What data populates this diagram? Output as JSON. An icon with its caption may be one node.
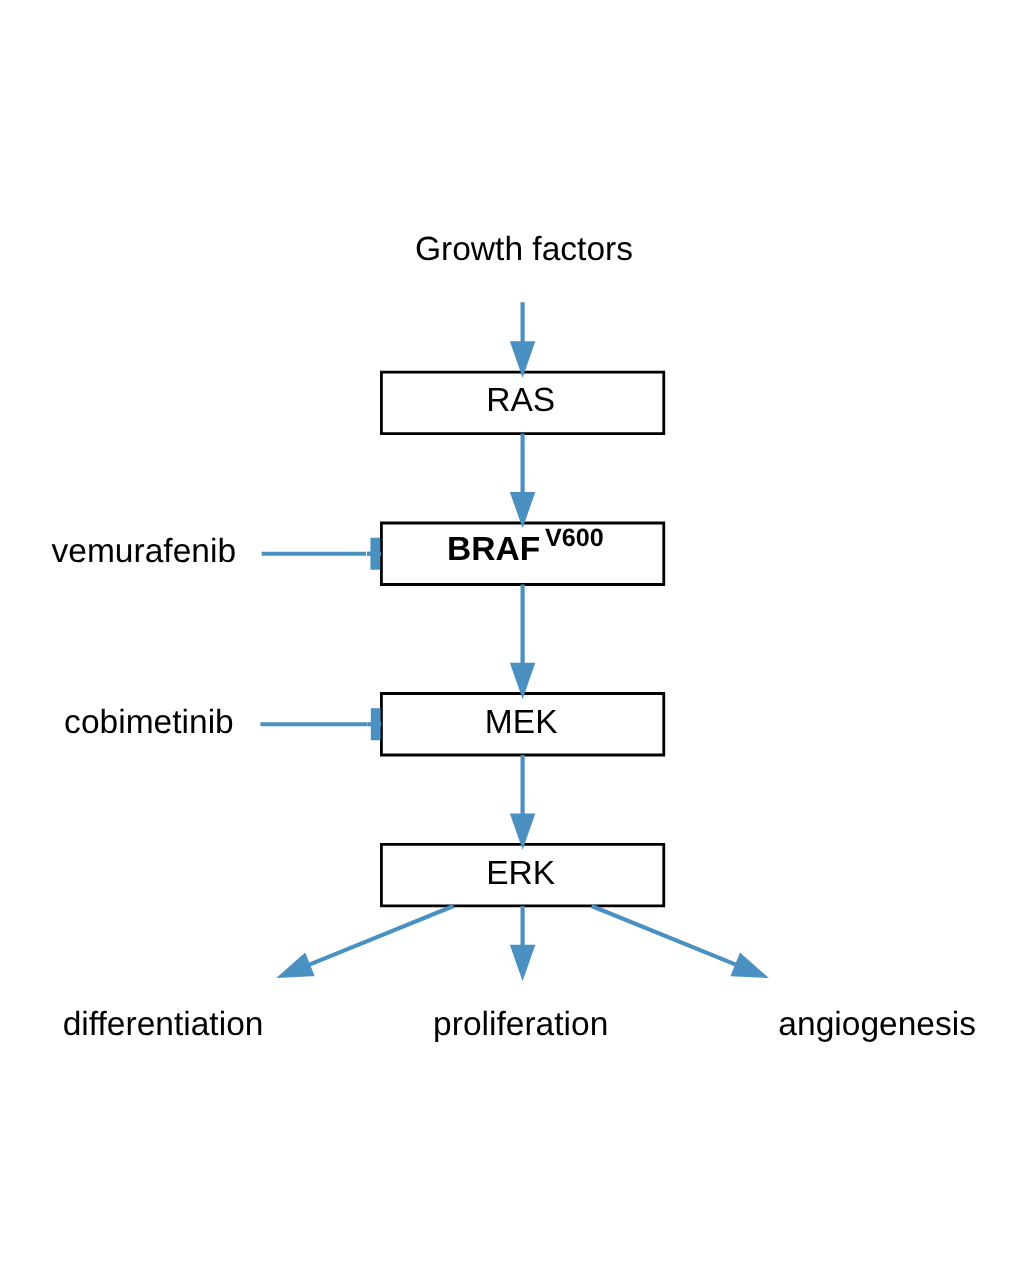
{
  "diagram": {
    "nodes": [
      {
        "text": [
          "Growth factors"
        ]
      },
      {
        "text": [
          "RAS"
        ]
      },
      {
        "text": [
          "BRAF$^{V600}$"
        ]
      },
      {
        "text": [
          "MEK"
        ]
      },
      {
        "text": [
          "ERK"
        ]
      },
      {
        "text": [
          "vemurafenib"
        ]
      },
      {
        "text": [
          "cobimetinib"
        ]
      },
      {
        "text": [
          "differentiation"
        ]
      },
      {
        "text": [
          "proliferation"
        ]
      },
      {
        "text": [
          "angiogenesis"
        ]
      }
    ],
    "edges": [
      {
        "from": 0,
        "to": 1,
        "arrow": "to"
      },
      {
        "from": 1,
        "to": 2,
        "arrow": "to"
      },
      {
        "from": 2,
        "to": 3,
        "arrow": "to"
      },
      {
        "from": 3,
        "to": 4,
        "arrow": "to"
      },
      {
        "from": 5,
        "to": 2,
        "arrow": "other"
      },
      {
        "from": 6,
        "to": 3,
        "arrow": "other"
      },
      {
        "from": 4,
        "to": 7,
        "arrow": "to"
      },
      {
        "from": 4,
        "to": 8,
        "arrow": "to"
      },
      {
        "from": 4,
        "to": 9,
        "arrow": "to"
      }
    ]
  }
}
